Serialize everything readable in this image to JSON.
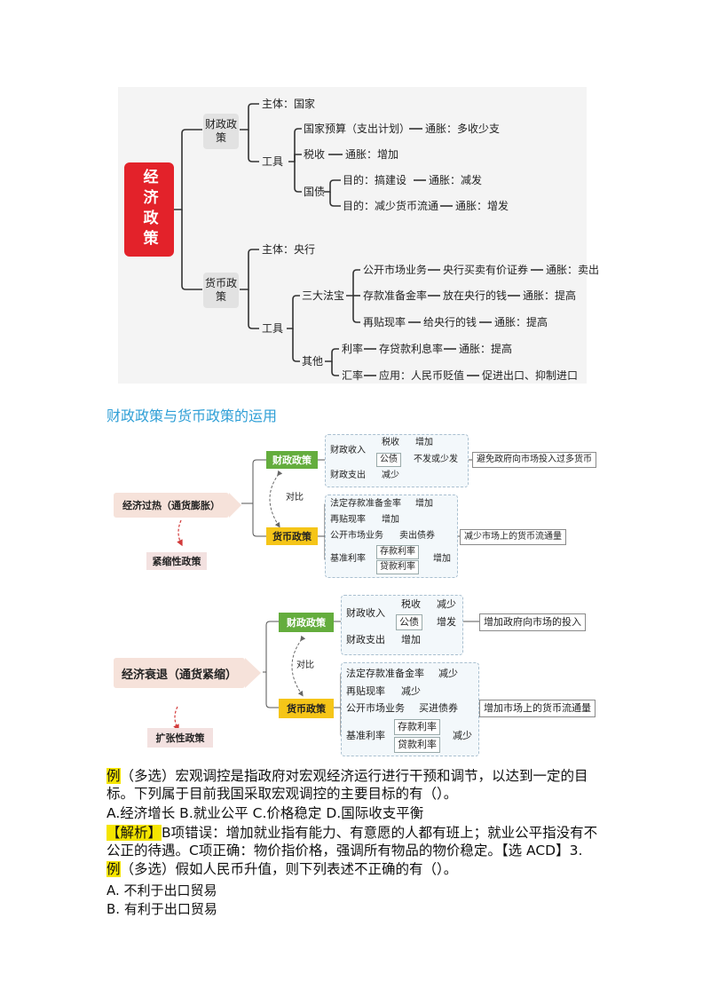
{
  "mindmap": {
    "root": "经济政策",
    "fiscal": {
      "label": "财政政策",
      "subject": "主体：国家",
      "tools": "工具",
      "budget": "国家预算（支出计划）",
      "budget_inflation": "通胀：多收少支",
      "tax": "税收",
      "tax_inflation": "通胀：增加",
      "bond": "国债",
      "bond_goal1": "目的：搞建设",
      "bond_goal1_inflation": "通胀：减发",
      "bond_goal2": "目的：减少货币流通",
      "bond_goal2_inflation": "通胀：增发"
    },
    "monetary": {
      "label": "货币政策",
      "subject": "主体：央行",
      "tools": "工具",
      "three": "三大法宝",
      "omo": "公开市场业务",
      "omo_desc": "央行买卖有价证券",
      "omo_inflation": "通胀：卖出",
      "rrr": "存款准备金率",
      "rrr_desc": "放在央行的钱",
      "rrr_inflation": "通胀：提高",
      "rediscount": "再贴现率",
      "rediscount_desc": "给央行的钱",
      "rediscount_inflation": "通胀：提高",
      "other": "其他",
      "rate": "利率",
      "rate_desc": "存贷款利息率",
      "rate_inflation": "通胀：提高",
      "fx": "汇率",
      "fx_desc": "应用：人民币贬值",
      "fx_effect": "促进出口、抑制进口"
    }
  },
  "section_title": "财政政策与货币政策的运用",
  "overheat": {
    "label": "经济过热（通货膨胀）",
    "policy": "紧缩性政策",
    "compare": "对比",
    "fiscal": "财政政策",
    "income": "财政收入",
    "tax": "税收",
    "tax_v": "增加",
    "bond": "公债",
    "bond_v": "不发或少发",
    "bond_result": "避免政府向市场投入过多货币",
    "expense": "财政支出",
    "expense_v": "减少",
    "monetary": "货币政策",
    "rrr": "法定存款准备金率",
    "rrr_v": "增加",
    "rediscount": "再贴现率",
    "rediscount_v": "增加",
    "omo": "公开市场业务",
    "omo_v": "卖出债券",
    "omo_result": "减少市场上的货币流通量",
    "base_rate": "基准利率",
    "deposit": "存款利率",
    "loan": "贷款利率",
    "base_v": "增加"
  },
  "recession": {
    "label": "经济衰退（通货紧缩）",
    "policy": "扩张性政策",
    "compare": "对比",
    "fiscal": "财政政策",
    "income": "财政收入",
    "tax": "税收",
    "tax_v": "减少",
    "bond": "公债",
    "bond_v": "增发",
    "bond_result": "增加政府向市场的投入",
    "expense": "财政支出",
    "expense_v": "增加",
    "monetary": "货币政策",
    "rrr": "法定存款准备金率",
    "rrr_v": "减少",
    "rediscount": "再贴现率",
    "rediscount_v": "减少",
    "omo": "公开市场业务",
    "omo_v": "买进债券",
    "omo_result": "增加市场上的货币流通量",
    "base_rate": "基准利率",
    "deposit": "存款利率",
    "loan": "贷款利率",
    "base_v": "减少"
  },
  "question1": {
    "tag": "例",
    "text": "（多选）宏观调控是指政府对宏观经济运行进行干预和调节，以达到一定的目标。下列属于目前我国采取宏观调控的主要目标的有（）。",
    "options": "A.经济增长 B.就业公平 C.价格稳定 D.国际收支平衡"
  },
  "analysis": {
    "tag": "【解析】",
    "text": "B项错误：增加就业指有能力、有意愿的人都有班上；就业公平指没有不公正的待遇。C项正确：物价指价格，强调所有物品的物价稳定。【选 ACD】3."
  },
  "question2": {
    "tag": "例",
    "text": "（多选）假如人民币升值，则下列表述不正确的有（）。",
    "option_a": "A.  不利于出口贸易",
    "option_b": "B.  有利于出口贸易"
  }
}
